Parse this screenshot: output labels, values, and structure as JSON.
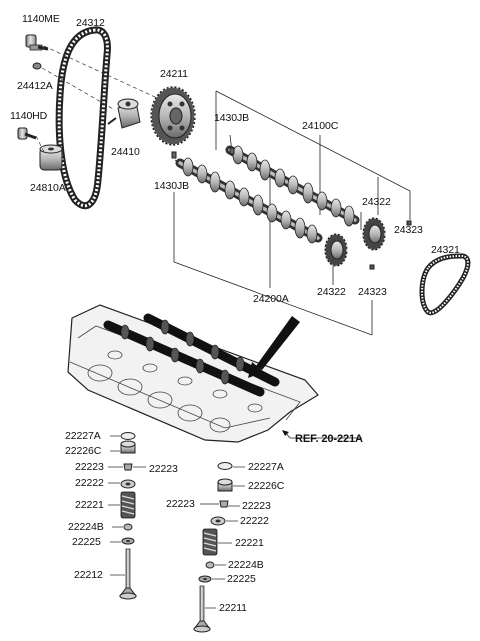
{
  "labels": {
    "p1140me": "1140ME",
    "p24312": "24312",
    "p24412a": "24412A",
    "p1140hd": "1140HD",
    "p24810a": "24810A",
    "p24410": "24410",
    "p24211": "24211",
    "p1430jb_top": "1430JB",
    "p24100c": "24100C",
    "p1430jb_mid": "1430JB",
    "p24322_top": "24322",
    "p24323_top": "24323",
    "p24321": "24321",
    "p24200a": "24200A",
    "p24322_bot": "24322",
    "p24323_bot": "24323",
    "ref": "REF. 20-221A",
    "l22227a": "22227A",
    "l22226c": "22226C",
    "l22223a": "22223",
    "l22223b": "22223",
    "l22222": "22222",
    "l22221": "22221",
    "l22224b": "22224B",
    "l22225": "22225",
    "l22212": "22212",
    "r22227a": "22227A",
    "r22226c": "22226C",
    "r22223a": "22223",
    "r22223b": "22223",
    "r22222": "22222",
    "r22221": "22221",
    "r22224b": "22224B",
    "r22225": "22225",
    "r22211": "22211"
  }
}
